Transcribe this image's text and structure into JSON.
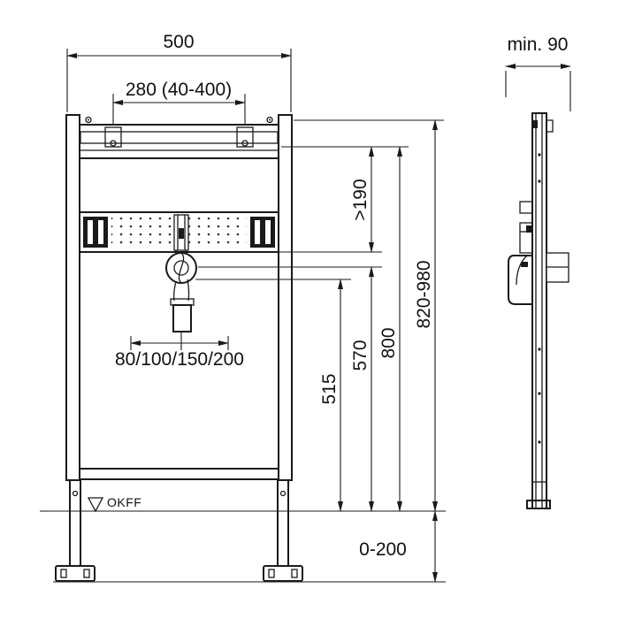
{
  "drawing": {
    "labels": {
      "width_total": "500",
      "bracket_spacing": "280 (40-400)",
      "depth_min": "min. 90",
      "clearance_min": ">190",
      "rail_height": "800",
      "frame_height_range": "820-980",
      "drain_outlet_height": "570",
      "trap_inlet_height": "515",
      "drain_offset_options": "80/100/150/200",
      "floor_level_abbr": "OKFF",
      "leg_adjust_range": "0-200"
    },
    "colors": {
      "line": "#1a1a1a",
      "background": "#ffffff"
    }
  }
}
